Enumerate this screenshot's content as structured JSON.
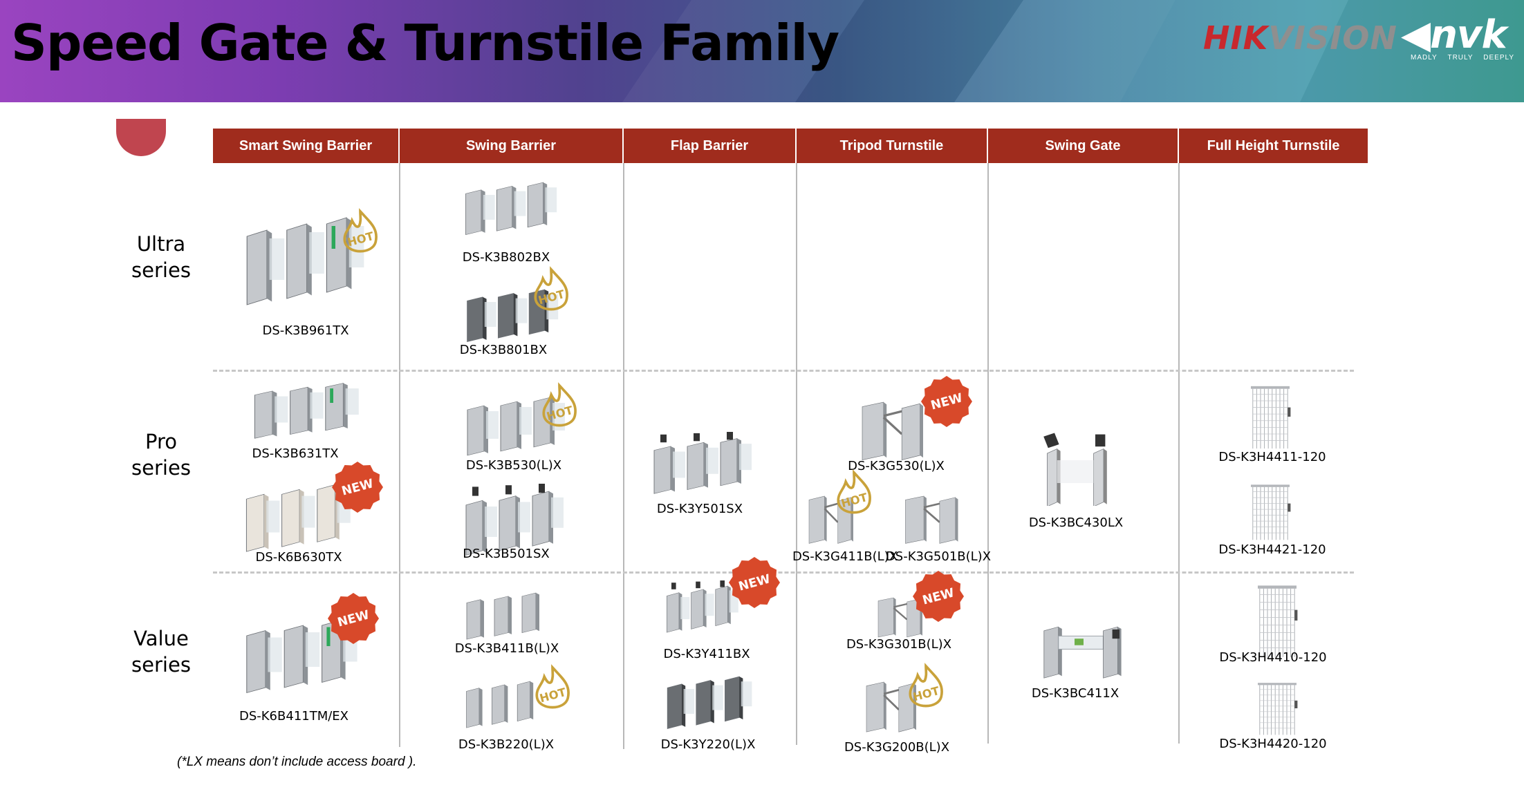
{
  "title": "Speed Gate & Turnstile Family",
  "brand": {
    "logo_left": "HIKVISION",
    "logo_right": "nvk",
    "tagline": [
      "MADLY",
      "TRULY",
      "DEEPLY"
    ]
  },
  "columns": [
    "Smart Swing Barrier",
    "Swing Barrier",
    "Flap Barrier",
    "Tripod Turnstile",
    "Swing Gate",
    "Full Height Turnstile"
  ],
  "series": [
    "Ultra series",
    "Pro series",
    "Value series"
  ],
  "products": [
    {
      "model": "DS-K3B961TX",
      "badge": "HOT"
    },
    {
      "model": "DS-K3B802BX",
      "badge": ""
    },
    {
      "model": "DS-K3B801BX",
      "badge": "HOT"
    },
    {
      "model": "DS-K3B631TX",
      "badge": ""
    },
    {
      "model": "DS-K6B630TX",
      "badge": "NEW"
    },
    {
      "model": "DS-K3B530(L)X",
      "badge": "HOT"
    },
    {
      "model": "DS-K3B501SX",
      "badge": ""
    },
    {
      "model": "DS-K3Y501SX",
      "badge": ""
    },
    {
      "model": "DS-K3G530(L)X",
      "badge": "NEW"
    },
    {
      "model": "DS-K3G411B(L)X",
      "badge": "HOT"
    },
    {
      "model": "DS-K3G501B(L)X",
      "badge": ""
    },
    {
      "model": "DS-K3BC430LX",
      "badge": ""
    },
    {
      "model": "DS-K3H4411-120",
      "badge": ""
    },
    {
      "model": "DS-K3H4421-120",
      "badge": ""
    },
    {
      "model": "DS-K6B411TM/EX",
      "badge": "NEW"
    },
    {
      "model": "DS-K3B411B(L)X",
      "badge": ""
    },
    {
      "model": "DS-K3B220(L)X",
      "badge": "HOT"
    },
    {
      "model": "DS-K3Y411BX",
      "badge": "NEW"
    },
    {
      "model": "DS-K3Y220(L)X",
      "badge": ""
    },
    {
      "model": "DS-K3G301B(L)X",
      "badge": "NEW"
    },
    {
      "model": "DS-K3G200B(L)X",
      "badge": "HOT"
    },
    {
      "model": "DS-K3BC411X",
      "badge": ""
    },
    {
      "model": "DS-K3H4410-120",
      "badge": ""
    },
    {
      "model": "DS-K3H4420-120",
      "badge": ""
    }
  ],
  "footnote": "(*LX means don’t include access board ).",
  "colors": {
    "header": "#a02c1d",
    "new_badge": "#d8492a",
    "hot_badge": "#c9a23a",
    "steel": "#9a9ea3"
  }
}
